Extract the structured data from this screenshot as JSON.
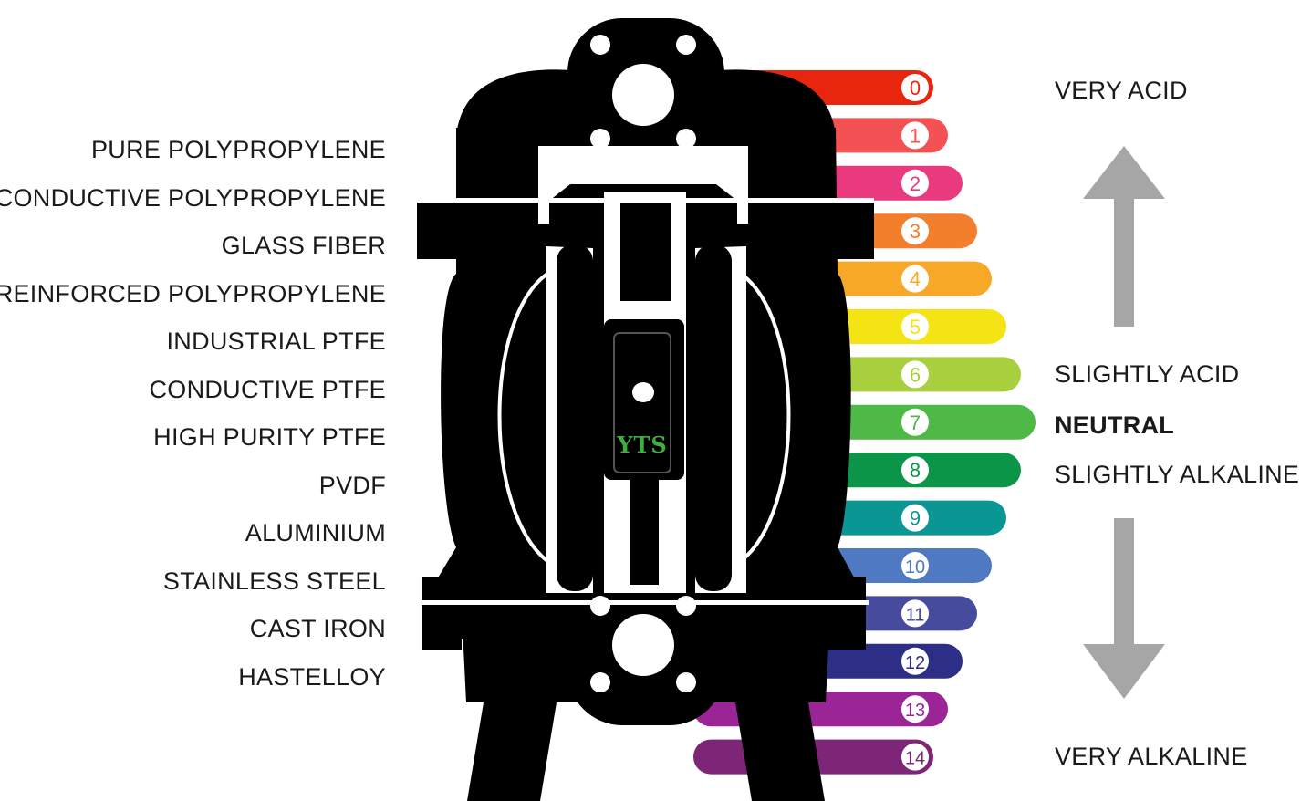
{
  "materials": [
    "PURE POLYPROPYLENE",
    "CONDUCTIVE POLYPROPYLENE",
    "GLASS FIBER",
    "REINFORCED POLYPROPYLENE",
    "INDUSTRIAL  PTFE",
    "CONDUCTIVE PTFE",
    "HIGH PURITY PTFE",
    "PVDF",
    "ALUMINIUM",
    "STAINLESS STEEL",
    "CAST IRON",
    "HASTELLOY"
  ],
  "ph_scale": [
    {
      "value": "0",
      "color": "#e8260e"
    },
    {
      "value": "1",
      "color": "#f35153"
    },
    {
      "value": "2",
      "color": "#ea3a7f"
    },
    {
      "value": "3",
      "color": "#f37f2d"
    },
    {
      "value": "4",
      "color": "#f7a827"
    },
    {
      "value": "5",
      "color": "#f4e414"
    },
    {
      "value": "6",
      "color": "#a7cf3e"
    },
    {
      "value": "7",
      "color": "#4fb947"
    },
    {
      "value": "8",
      "color": "#0a9548"
    },
    {
      "value": "9",
      "color": "#0a9793"
    },
    {
      "value": "10",
      "color": "#4f79c3"
    },
    {
      "value": "11",
      "color": "#464b9e"
    },
    {
      "value": "12",
      "color": "#2c2f85"
    },
    {
      "value": "13",
      "color": "#9b2596"
    },
    {
      "value": "14",
      "color": "#7d2577"
    }
  ],
  "scale_labels": {
    "very_acid": "VERY ACID",
    "slightly_acid": "SLIGHTLY ACID",
    "neutral": "NEUTRAL",
    "slightly_alkaline": "SLIGHTLY ALKALINE",
    "very_alkaline": "VERY ALKALINE"
  },
  "logo_text": "YTS",
  "colors": {
    "pump_body": "#000000",
    "logo": "#3fae3f",
    "arrow": "#a6a6a6"
  }
}
